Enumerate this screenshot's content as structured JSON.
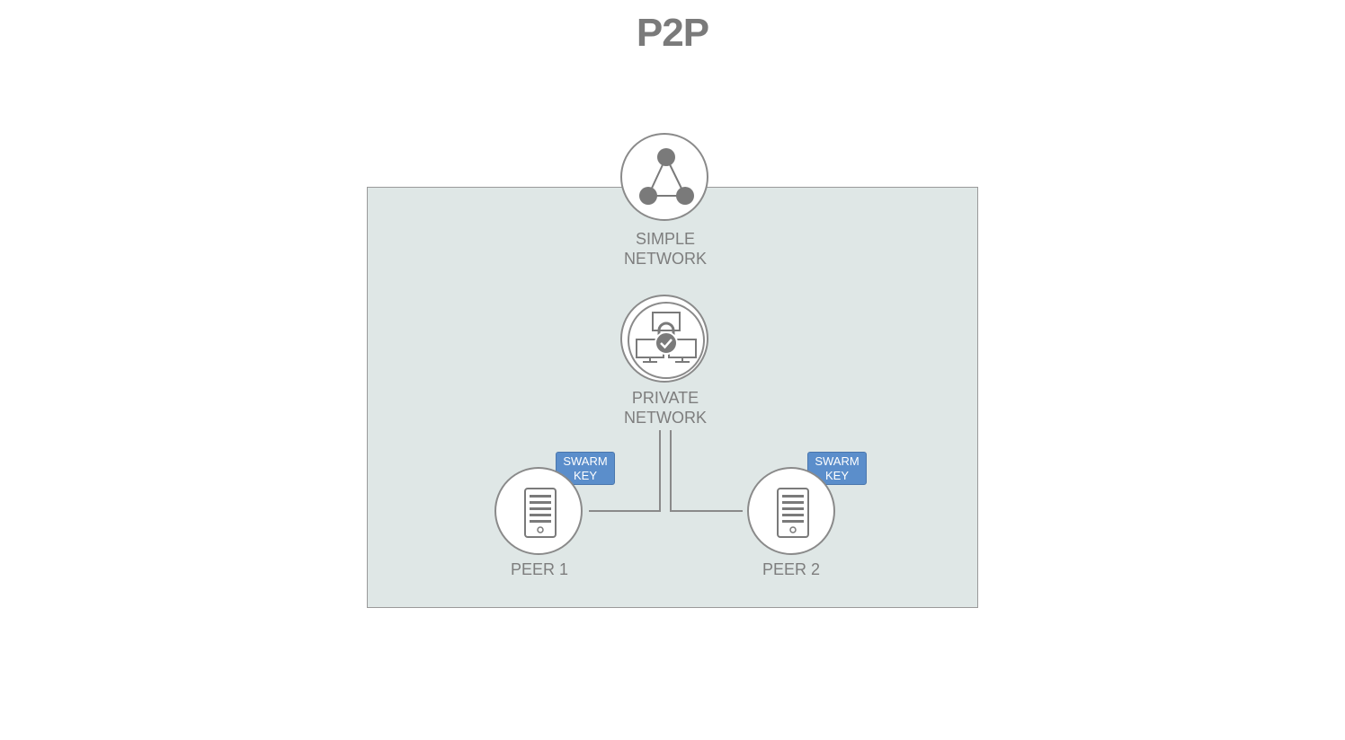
{
  "title": "P2P",
  "nodes": {
    "simple_network": {
      "line1": "SIMPLE",
      "line2": "NETWORK",
      "icon": "network-triangle-icon"
    },
    "private_network": {
      "line1": "PRIVATE",
      "line2": "NETWORK",
      "icon": "private-network-lock-icon"
    },
    "peer1": {
      "label": "PEER 1",
      "icon": "server-icon",
      "badge_line1": "SWARM",
      "badge_line2": "KEY"
    },
    "peer2": {
      "label": "PEER 2",
      "icon": "server-icon",
      "badge_line1": "SWARM",
      "badge_line2": "KEY"
    }
  },
  "colors": {
    "panel": "#dfe7e6",
    "icon": "#7a7a7a",
    "badge": "#5b8ecb",
    "text": "#7d7d7d"
  }
}
